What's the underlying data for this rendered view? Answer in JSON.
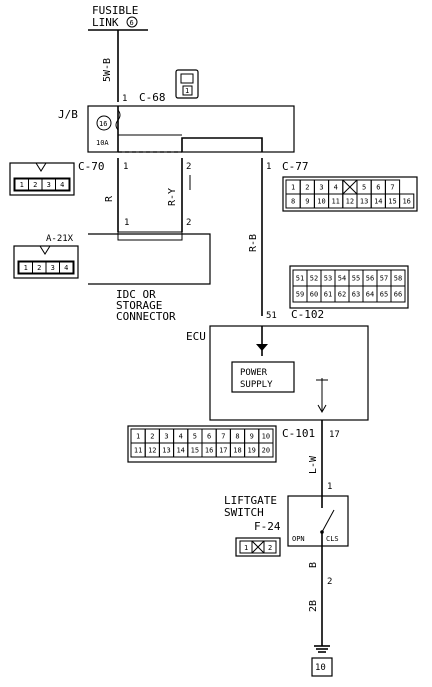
{
  "fusible_link": {
    "line1": "FUSIBLE",
    "line2": "LINK",
    "num": "6"
  },
  "wire_colors": {
    "top": "5W-B",
    "r": "R",
    "ry": "R-Y",
    "rb": "R-B",
    "lw": "L-W",
    "b": "B",
    "gnd": "2B"
  },
  "pins": {
    "c68": "1",
    "c70_1": "1",
    "c70_2": "2",
    "c77": "1",
    "idc_1": "1",
    "idc_2": "2",
    "c102": "51",
    "c101": "17",
    "sw_1": "1",
    "sw_2": "2"
  },
  "labels": {
    "jb": "J/B",
    "c68": "C-68",
    "c70": "C-70",
    "c77": "C-77",
    "fuse_num": "16",
    "fuse_amp": "10A",
    "a_conn": "A-21X",
    "idc_line1": "IDC OR",
    "idc_line2": "STORAGE",
    "idc_line3": "CONNECTOR",
    "c102": "C-102",
    "ecu": "ECU",
    "power_line1": "POWER",
    "power_line2": "SUPPLY",
    "c101": "C-101",
    "switch_line1": "LIFTGATE",
    "switch_line2": "SWITCH",
    "f24": "F-24",
    "opn": "OPN",
    "cls": "CLS",
    "ground": "10"
  },
  "connector_c70": [
    "1",
    "2",
    "3",
    "4"
  ],
  "connector_a21x": [
    "1",
    "2",
    "3",
    "4"
  ],
  "connector_c77": [
    [
      "1",
      "2",
      "3",
      "4",
      "",
      "5",
      "6",
      "7"
    ],
    [
      "8",
      "9",
      "10",
      "11",
      "12",
      "13",
      "14",
      "15",
      "16"
    ]
  ],
  "connector_c102": [
    [
      "51",
      "52",
      "53",
      "54",
      "55",
      "56",
      "57",
      "58"
    ],
    [
      "59",
      "60",
      "61",
      "62",
      "63",
      "64",
      "65",
      "66"
    ]
  ],
  "connector_c101": [
    [
      "1",
      "2",
      "3",
      "4",
      "5",
      "6",
      "7",
      "8",
      "9",
      "10"
    ],
    [
      "11",
      "12",
      "13",
      "14",
      "15",
      "16",
      "17",
      "18",
      "19",
      "20"
    ]
  ],
  "connector_f24": [
    "1",
    "2"
  ]
}
